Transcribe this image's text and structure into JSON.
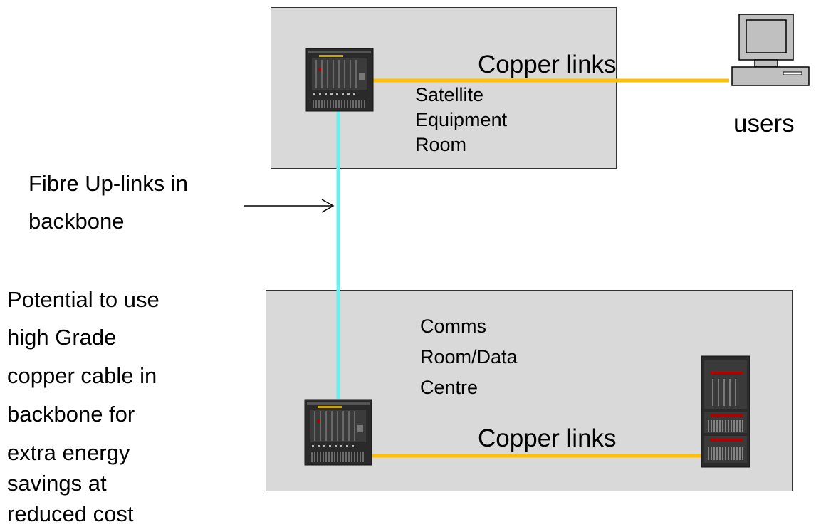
{
  "colors": {
    "room_fill": "#d9d9d9",
    "copper_link": "#ffc000",
    "fibre_link": "#66f0f0"
  },
  "top_room": {
    "label_lines": [
      "Satellite",
      "Equipment",
      "Room"
    ],
    "link_label": "Copper links"
  },
  "users_label": "users",
  "fibre_label_lines": [
    "Fibre Up-links in",
    "backbone"
  ],
  "bottom_room": {
    "label_lines": [
      "Comms",
      "Room/Data",
      "Centre"
    ],
    "link_label": "Copper links"
  },
  "note_lines": [
    "Potential to use",
    "high Grade",
    "copper cable in",
    "backbone for",
    "extra energy",
    "savings at",
    "reduced cost"
  ]
}
